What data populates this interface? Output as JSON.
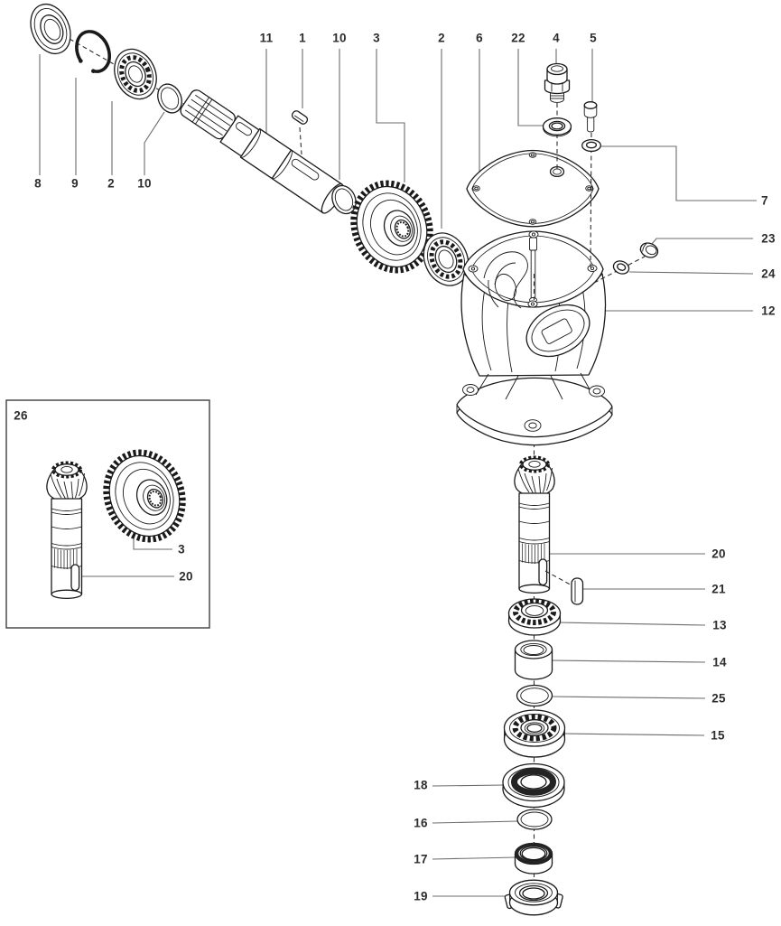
{
  "colors": {
    "background": "#ffffff",
    "line": "#1a1a1a",
    "leader": "#6b6b6b",
    "centerline": "#2e2e2e",
    "label": "#2d2d2d"
  },
  "callouts": [
    "8",
    "9",
    "2",
    "10",
    "11",
    "1",
    "10",
    "3",
    "2",
    "6",
    "22",
    "4",
    "5",
    "7",
    "23",
    "24",
    "12",
    "20",
    "21",
    "13",
    "14",
    "25",
    "15",
    "18",
    "16",
    "17",
    "19",
    "26",
    "3",
    "20"
  ]
}
